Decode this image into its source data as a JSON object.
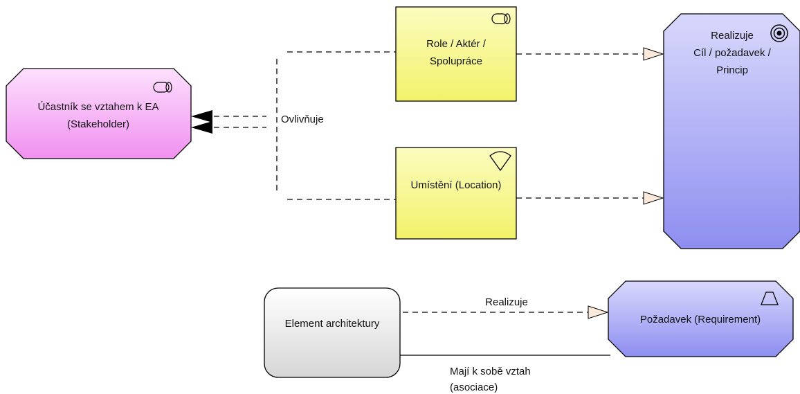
{
  "nodes": {
    "stakeholder": {
      "line1": "Účastník se vztahem k EA",
      "line2": "(Stakeholder)",
      "icon": "role-icon"
    },
    "role": {
      "line1": "Role / Aktér /",
      "line2": "Spolupráce",
      "icon": "role-icon"
    },
    "location": {
      "line1": "Umístění (Location)",
      "icon": "location-icon"
    },
    "goal": {
      "line1": "Realizuje",
      "line2": "Cíl / požadavek /",
      "line3": "Princip",
      "icon": "goal-icon"
    },
    "element": {
      "line1": "Element architektury"
    },
    "requirement": {
      "line1": "Požadavek (Requirement)",
      "icon": "requirement-icon"
    }
  },
  "edges": {
    "influences": "Ovlivňuje",
    "realizes": "Realizuje",
    "association_line1": "Mají k sobě vztah",
    "association_line2": "(asociace)"
  },
  "colors": {
    "stakeholder_fill": "#f7a8f7",
    "actor_fill": "#f8f890",
    "goal_fill": "#b3b3f6",
    "element_fill": "#ececec",
    "line": "#000000",
    "open_arrow_fill": "#fbeadb"
  }
}
